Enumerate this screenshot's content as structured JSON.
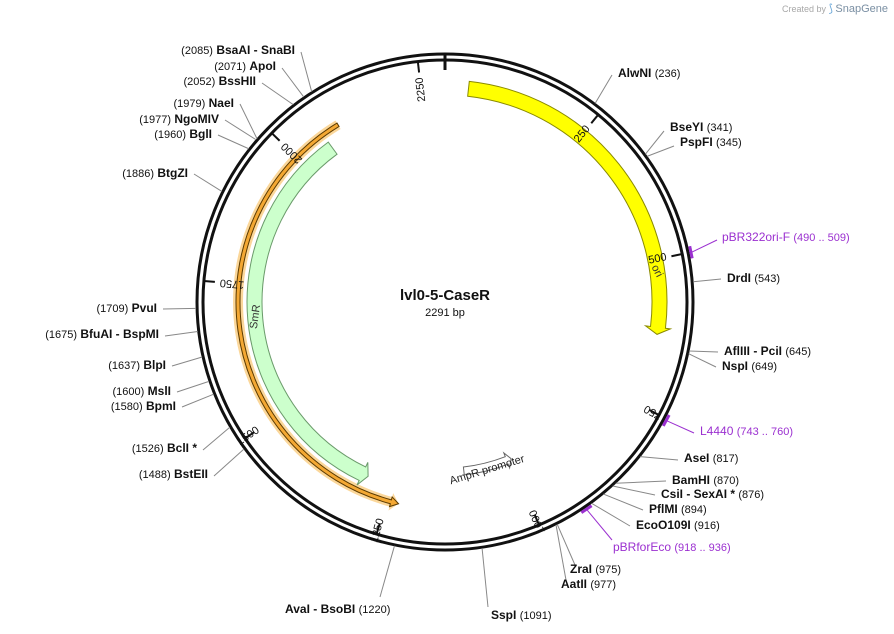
{
  "header": {
    "credit_prefix": "Created by",
    "brand": "SnapGene"
  },
  "plasmid": {
    "name": "lvl0-5-CaseR",
    "length": 2291,
    "length_label": "2291 bp"
  },
  "tick_labels": [
    "250",
    "500",
    "750",
    "1000",
    "1250",
    "1500",
    "1750",
    "2000",
    "2250"
  ],
  "features": [
    {
      "name": "ori",
      "start": 40,
      "end": 628,
      "direction": "forward",
      "color": "#ffff00",
      "stroke": "#8a8a00"
    },
    {
      "name": "SmR",
      "start": 1297,
      "end": 2061,
      "direction": "reverse",
      "color": "#ccffcc",
      "stroke": "#6a9a6a"
    },
    {
      "name": "AmpR promoter",
      "start": 1000,
      "end": 1105,
      "direction": "reverse",
      "color": "#ffffff",
      "stroke": "#666666"
    },
    {
      "name": "",
      "start": 1228,
      "end": 2093,
      "direction": "reverse",
      "color": "#f4a833",
      "stroke": "#5a3a00",
      "kind": "orange-band"
    }
  ],
  "primers": [
    {
      "name": "pBR322ori-F",
      "range": "(490 .. 509)"
    },
    {
      "name": "L4440",
      "range": "(743 .. 760)"
    },
    {
      "name": "pBRforEco",
      "range": "(918 .. 936)"
    }
  ],
  "sites": [
    {
      "name": "AlwNI",
      "pos": "(236)"
    },
    {
      "name": "BseYI",
      "pos": "(341)"
    },
    {
      "name": "PspFI",
      "pos": "(345)"
    },
    {
      "name": "DrdI",
      "pos": "(543)"
    },
    {
      "name": "AflIII  -  PciI",
      "pos": "(645)"
    },
    {
      "name": "NspI",
      "pos": "(649)"
    },
    {
      "name": "AseI",
      "pos": "(817)"
    },
    {
      "name": "BamHI",
      "pos": "(870)"
    },
    {
      "name": "CsiI  -  SexAI *",
      "pos": "(876)"
    },
    {
      "name": "PflMI",
      "pos": "(894)"
    },
    {
      "name": "EcoO109I",
      "pos": "(916)"
    },
    {
      "name": "ZraI",
      "pos": "(975)"
    },
    {
      "name": "AatII",
      "pos": "(977)"
    },
    {
      "name": "SspI",
      "pos": "(1091)"
    },
    {
      "name": "AvaI  -  BsoBI",
      "pos": "(1220)"
    },
    {
      "name": "BstEII",
      "pos": "(1488)"
    },
    {
      "name": "BclI *",
      "pos": "(1526)"
    },
    {
      "name": "BpmI",
      "pos": "(1580)"
    },
    {
      "name": "MslI",
      "pos": "(1600)"
    },
    {
      "name": "BlpI",
      "pos": "(1637)"
    },
    {
      "name": "BfuAI  -  BspMI",
      "pos": "(1675)"
    },
    {
      "name": "PvuI",
      "pos": "(1709)"
    },
    {
      "name": "BtgZI",
      "pos": "(1886)"
    },
    {
      "name": "BglI",
      "pos": "(1960)"
    },
    {
      "name": "NgoMIV",
      "pos": "(1977)"
    },
    {
      "name": "NaeI",
      "pos": "(1979)"
    },
    {
      "name": "BssHII",
      "pos": "(2052)"
    },
    {
      "name": "ApoI",
      "pos": "(2071)"
    },
    {
      "name": "BsaAI  -  SnaBI",
      "pos": "(2085)"
    }
  ]
}
